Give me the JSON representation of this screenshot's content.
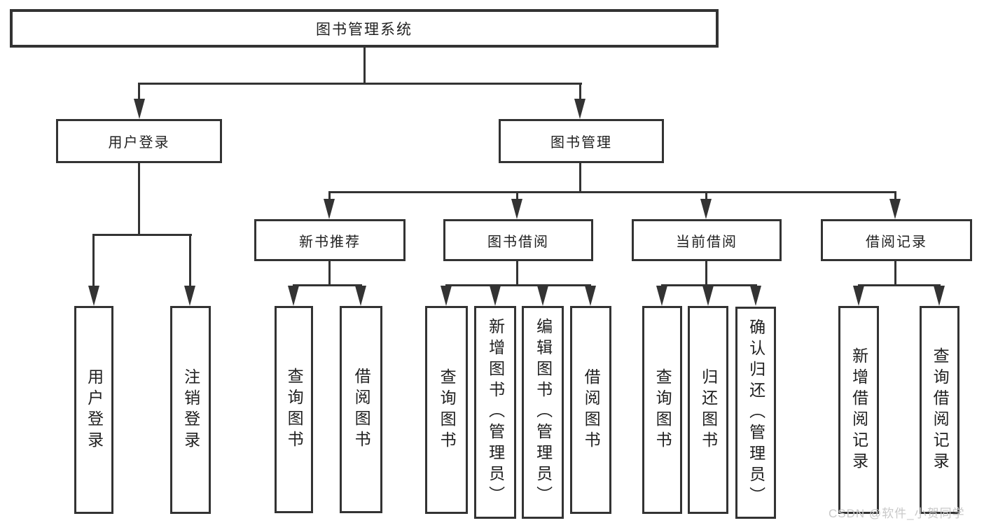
{
  "diagram": {
    "root": {
      "label": "图书管理系统"
    },
    "branches": [
      {
        "label": "用户登录",
        "children": [
          {
            "label": "用户登录"
          },
          {
            "label": "注销登录"
          }
        ]
      },
      {
        "label": "图书管理",
        "children": [
          {
            "label": "新书推荐",
            "children": [
              {
                "label": "查询图书"
              },
              {
                "label": "借阅图书"
              }
            ]
          },
          {
            "label": "图书借阅",
            "children": [
              {
                "label": "查询图书"
              },
              {
                "label": "新增图书（管理员）"
              },
              {
                "label": "编辑图书（管理员）"
              },
              {
                "label": "借阅图书"
              }
            ]
          },
          {
            "label": "当前借阅",
            "children": [
              {
                "label": "查询图书"
              },
              {
                "label": "归还图书"
              },
              {
                "label": "确认归还（管理员）"
              }
            ]
          },
          {
            "label": "借阅记录",
            "children": [
              {
                "label": "新增借阅记录"
              },
              {
                "label": "查询借阅记录"
              }
            ]
          }
        ]
      }
    ]
  },
  "watermark": {
    "text": "CSDN @软件_小贺同学"
  },
  "colors": {
    "line": "#333333",
    "text": "#1f1f1f",
    "watermark": "#c9c9c9",
    "background": "#ffffff"
  }
}
